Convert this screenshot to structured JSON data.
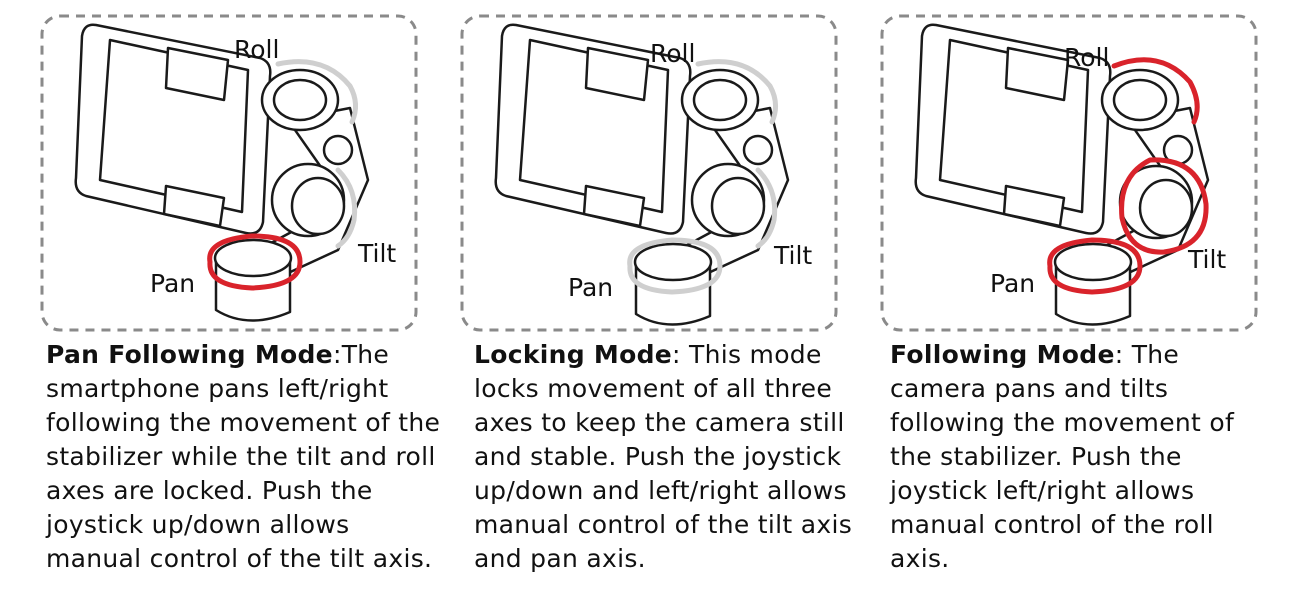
{
  "colors": {
    "active": "#d9232b",
    "inactive": "#cfcfcf",
    "border": "#8a8a8a",
    "line": "#1a1a1a"
  },
  "modes": [
    {
      "labels": {
        "roll": "Roll",
        "tilt": "Tilt",
        "pan": "Pan"
      },
      "active_axes": [
        "pan"
      ],
      "title": "Pan Following Mode",
      "separator": ":",
      "description": "The smartphone pans left/right following the movement of the stabilizer while the tilt and roll axes are locked. Push the joystick up/down allows manual control of the tilt axis."
    },
    {
      "labels": {
        "roll": "Roll",
        "tilt": "Tilt",
        "pan": "Pan"
      },
      "active_axes": [],
      "title": "Locking Mode",
      "separator": ": ",
      "description": "This mode locks movement of all three axes to keep the camera still and stable. Push the joystick up/down and left/right allows manual control of the tilt axis and pan axis."
    },
    {
      "labels": {
        "roll": "Roll",
        "tilt": "Tilt",
        "pan": "Pan"
      },
      "active_axes": [
        "roll",
        "tilt",
        "pan"
      ],
      "title": "Following Mode",
      "separator": ": ",
      "description": "The camera pans and tilts following the movement of the stabilizer. Push the joystick left/right allows manual control of the roll axis."
    }
  ]
}
